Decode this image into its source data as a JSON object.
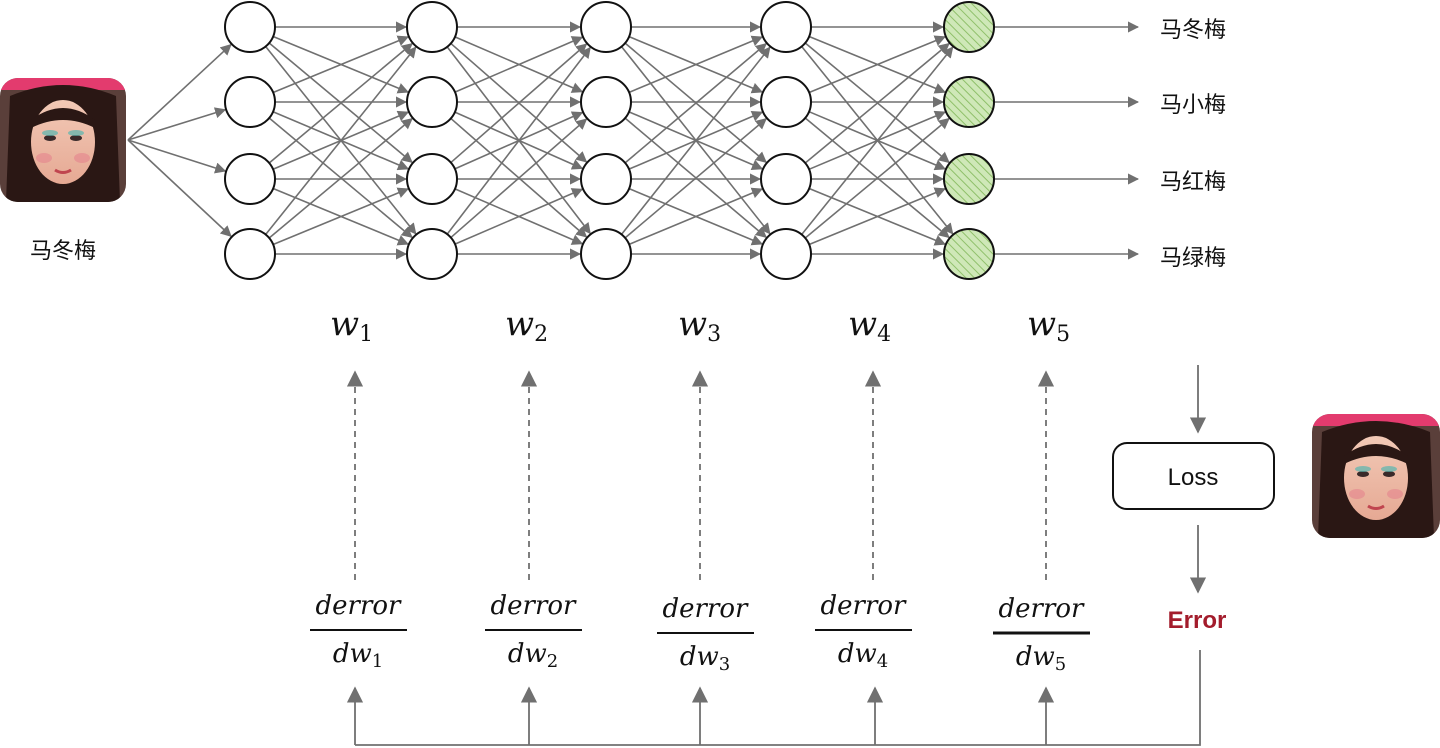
{
  "input": {
    "label": "马冬梅",
    "image_icon": "face-photo-icon"
  },
  "output_labels": [
    "马冬梅",
    "马小梅",
    "马红梅",
    "马绿梅"
  ],
  "weights": [
    {
      "symbol": "w",
      "sub": "1"
    },
    {
      "symbol": "w",
      "sub": "2"
    },
    {
      "symbol": "w",
      "sub": "3"
    },
    {
      "symbol": "w",
      "sub": "4"
    },
    {
      "symbol": "w",
      "sub": "5"
    }
  ],
  "gradients": [
    {
      "numerator": "derror",
      "denom_symbol": "dw",
      "sub": "1"
    },
    {
      "numerator": "derror",
      "denom_symbol": "dw",
      "sub": "2"
    },
    {
      "numerator": "derror",
      "denom_symbol": "dw",
      "sub": "3"
    },
    {
      "numerator": "derror",
      "denom_symbol": "dw",
      "sub": "4"
    },
    {
      "numerator": "derror",
      "denom_symbol": "dw",
      "sub": "5"
    }
  ],
  "loss": {
    "label": "Loss"
  },
  "error": {
    "label": "Error"
  },
  "target": {
    "image_icon": "face-photo-icon"
  },
  "colors": {
    "line": "#707070",
    "node_fill": "#ffffff",
    "output_fill": "#cfe8b8",
    "output_hatch": "#8fc06a",
    "error": "#a31c2c",
    "text": "#111111"
  }
}
